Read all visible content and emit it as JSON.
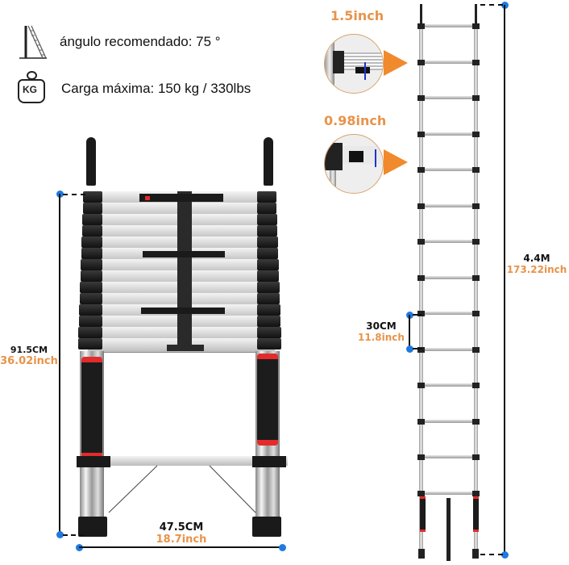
{
  "specs": {
    "angle": {
      "icon": "ladder-angle-icon",
      "text": "ángulo recomendado: 75 °"
    },
    "load": {
      "icon": "kg-weight-icon",
      "icon_text": "KG",
      "text": "Carga máxima: 150 kg / 330lbs"
    }
  },
  "collapsed_ladder": {
    "height": {
      "metric": "91.5CM",
      "imperial": "36.02inch"
    },
    "width": {
      "metric": "47.5CM",
      "imperial": "18.7inch"
    }
  },
  "extended_ladder": {
    "height": {
      "metric": "4.4M",
      "imperial": "173.22inch"
    },
    "rung_spacing": {
      "metric": "30CM",
      "imperial": "11.8inch"
    }
  },
  "details": {
    "rung_depth": {
      "label": "1.5inch"
    },
    "rung_thickness": {
      "label": "0.98inch"
    }
  },
  "colors": {
    "accent_orange": "#e8934a",
    "dimension_blue": "#1f7ae0",
    "safety_red": "#e32b2b",
    "dark": "#111111"
  }
}
